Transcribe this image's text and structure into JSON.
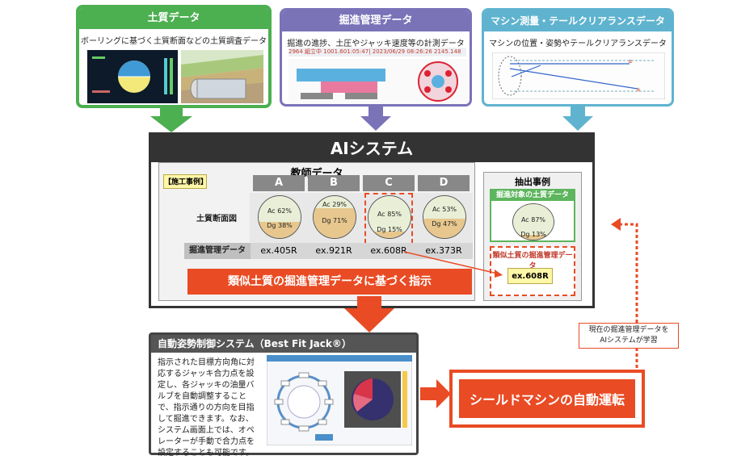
{
  "sources": {
    "soil": {
      "title": "土質データ",
      "subtitle": "ボーリングに基づく土質断面などの土質調査データ"
    },
    "excavation": {
      "title": "掘進管理データ",
      "subtitle": "掘進の進捗、土圧やジャッキ速度等の計測データ",
      "readout": "2964  組立中  1001.601:05:47|  2023/06/29 08:26:26  2145.148"
    },
    "survey": {
      "title": "マシン測量・テールクリアランスデータ",
      "subtitle": "マシンの位置・姿勢やテールクリアランスデータ"
    }
  },
  "ai": {
    "title": "AIシステム",
    "teacher_title": "教師データ",
    "note": "【施工事例】",
    "columns": [
      "A",
      "B",
      "C",
      "D"
    ],
    "row_soil_label": "土質断面図",
    "row_exc_label": "掘進管理データ",
    "soil": [
      {
        "top": "Ac 62%",
        "bottom": "Dg 38%",
        "ac": 62
      },
      {
        "top": "Ac 29%",
        "bottom": "Dg 71%",
        "ac": 29
      },
      {
        "top": "Ac 85%",
        "bottom": "Dg 15%",
        "ac": 85
      },
      {
        "top": "Ac 53%",
        "bottom": "Dg 47%",
        "ac": 53
      }
    ],
    "exc_values": [
      "ex.405R",
      "ex.921R",
      "ex.608R",
      "ex.373R"
    ],
    "instruction": "類似土質の掘進管理データに基づく指示",
    "extract": {
      "title": "抽出事例",
      "target_label": "掘進対象の土質データ",
      "target_top": "Ac 87%",
      "target_bottom": "Dg 13%",
      "target_ac": 87,
      "similar_label": "類似土質の掘進管理データ",
      "similar_value": "ex.608R"
    }
  },
  "jack": {
    "title": "自動姿勢制御システム（Best Fit Jack®）",
    "description": "指示された目標方向角に対応するジャッキ合力点を設定し、各ジャッキの油量バルブを自動調整することで、指示通りの方向を目指して掘進できます。なお、システム画面上では、オペレーターが手動で合力点を設定することも可能です。"
  },
  "auto_run": "シールドマシンの自動運転",
  "learn_note": {
    "line1": "現在の掘進管理データを",
    "line2": "AIシステムが学習"
  },
  "colors": {
    "green": "#4caf50",
    "purple": "#7a73b8",
    "cyan": "#5fb3cf",
    "red": "#e94b24",
    "dark": "#333333"
  }
}
